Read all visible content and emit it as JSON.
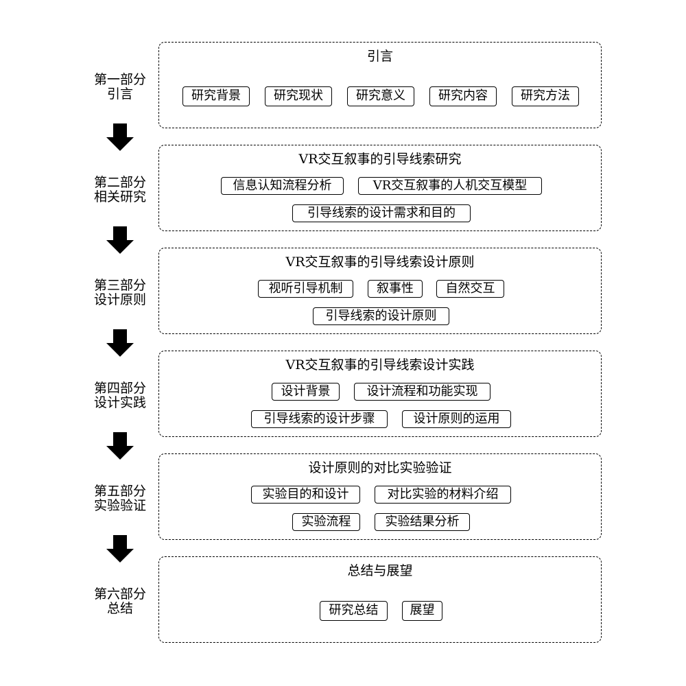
{
  "parts": [
    {
      "label_line1": "第一部分",
      "label_line2": "引言",
      "title": "引言",
      "items": [
        "研究背景",
        "研究现状",
        "研究意义",
        "研究内容",
        "研究方法"
      ]
    },
    {
      "label_line1": "第二部分",
      "label_line2": "相关研究",
      "title": "VR交互叙事的引导线索研究",
      "items": [
        "信息认知流程分析",
        "VR交互叙事的人机交互模型",
        "引导线索的设计需求和目的"
      ]
    },
    {
      "label_line1": "第三部分",
      "label_line2": "设计原则",
      "title": "VR交互叙事的引导线索设计原则",
      "items": [
        "视听引导机制",
        "叙事性",
        "自然交互",
        "引导线索的设计原则"
      ]
    },
    {
      "label_line1": "第四部分",
      "label_line2": "设计实践",
      "title": "VR交互叙事的引导线索设计实践",
      "items": [
        "设计背景",
        "设计流程和功能实现",
        "引导线索的设计步骤",
        "设计原则的运用"
      ]
    },
    {
      "label_line1": "第五部分",
      "label_line2": "实验验证",
      "title": "设计原则的对比实验验证",
      "items": [
        "实验目的和设计",
        "对比实验的材料介绍",
        "实验流程",
        "实验结果分析"
      ]
    },
    {
      "label_line1": "第六部分",
      "label_line2": "总结",
      "title": "总结与展望",
      "items": [
        "研究总结",
        "展望"
      ]
    }
  ],
  "colors": {
    "stroke": "#000000",
    "background": "#ffffff"
  }
}
